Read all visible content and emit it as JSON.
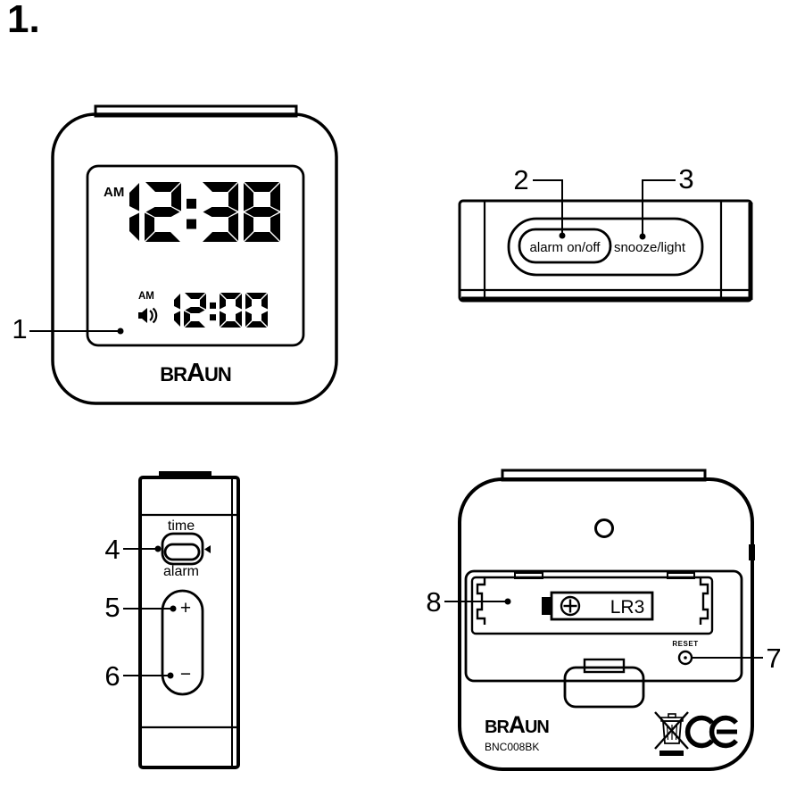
{
  "figure": {
    "label": "1."
  },
  "colors": {
    "line": "#000000",
    "background": "#ffffff"
  },
  "front_view": {
    "callout_display": "1",
    "display": {
      "time_meridiem": "AM",
      "time": "12:38",
      "alarm_meridiem": "AM",
      "alarm_time": "12:00"
    },
    "brand": "BRAUN"
  },
  "top_view": {
    "callout_alarm_button": "2",
    "callout_snooze_button": "3",
    "alarm_button_label": "alarm on/off",
    "snooze_button_label": "snooze/light"
  },
  "side_view": {
    "callout_mode_switch": "4",
    "callout_plus_button": "5",
    "callout_minus_button": "6",
    "switch_top_label": "time",
    "switch_bottom_label": "alarm",
    "plus_label": "+",
    "minus_label": "−"
  },
  "back_view": {
    "callout_battery_compartment": "8",
    "callout_reset_button": "7",
    "reset_label": "RESET",
    "battery_type_label": "LR3",
    "brand": "BRAUN",
    "model": "BNC008BK",
    "ce_label": "CE"
  },
  "icons": {
    "alarm_sound": "speaker-icon",
    "switch_pointer": "arrow-left-icon",
    "battery_polarity": "plus-screw-icon",
    "weee": "weee-crossed-bin-icon",
    "ce": "ce-mark-icon"
  }
}
